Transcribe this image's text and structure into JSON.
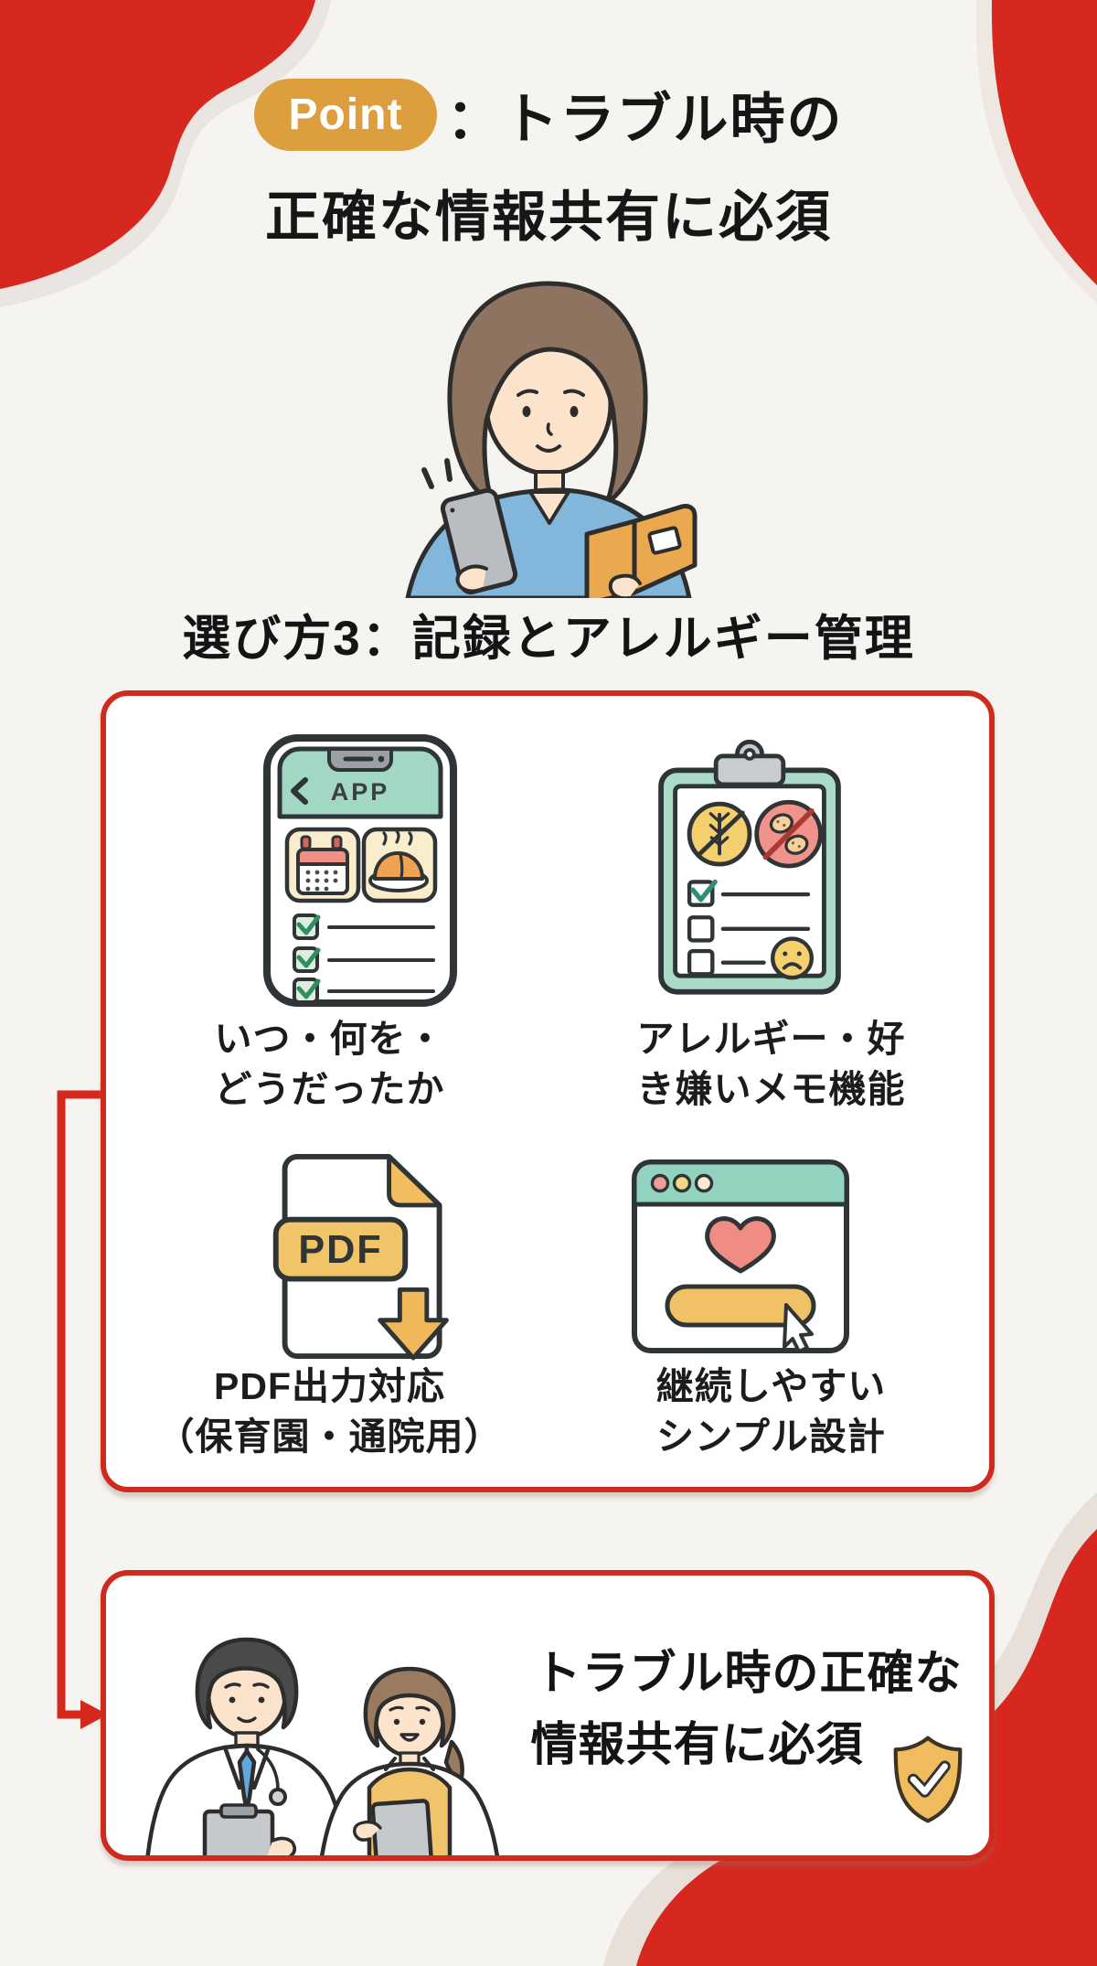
{
  "palette": {
    "background": "#f6f4f0",
    "accent_red": "#d7281f",
    "box_border_red": "#cf2a1e",
    "badge_gold": "#dd9f3e",
    "icon_gold": "#f0bd5f",
    "teal": "#9fd6c3",
    "salmon": "#ee8f85",
    "text_dark": "#1b1b1b"
  },
  "header": {
    "badge_label": "Point",
    "title_rest": "：トラブル時の",
    "title_line2": "正確な情報共有に必須"
  },
  "hero": {
    "illustration": "woman-reading-phone-and-book"
  },
  "section_heading": "選び方3：記録とアレルギー管理",
  "features": {
    "items": [
      {
        "id": "record",
        "icon": "phone-record-app-icon",
        "phone_header_label": "APP",
        "lines": [
          "いつ・何を・",
          "どうだったか"
        ]
      },
      {
        "id": "allergy",
        "icon": "allergy-checklist-clipboard-icon",
        "lines": [
          "アレルギー・好",
          "き嫌いメモ機能"
        ]
      },
      {
        "id": "pdf-export",
        "icon": "pdf-download-icon",
        "pdf_label": "PDF",
        "lines": [
          "PDF出力対応",
          "（保育園・通院用）"
        ]
      },
      {
        "id": "simple-design",
        "icon": "simple-ui-window-icon",
        "lines": [
          "継続しやすい",
          "シンプル設計"
        ]
      }
    ]
  },
  "conclusion": {
    "illustration": "doctor-and-caregiver",
    "icon": "shield-check-icon",
    "lines": [
      "トラブル時の正確な",
      "情報共有に必須"
    ]
  }
}
